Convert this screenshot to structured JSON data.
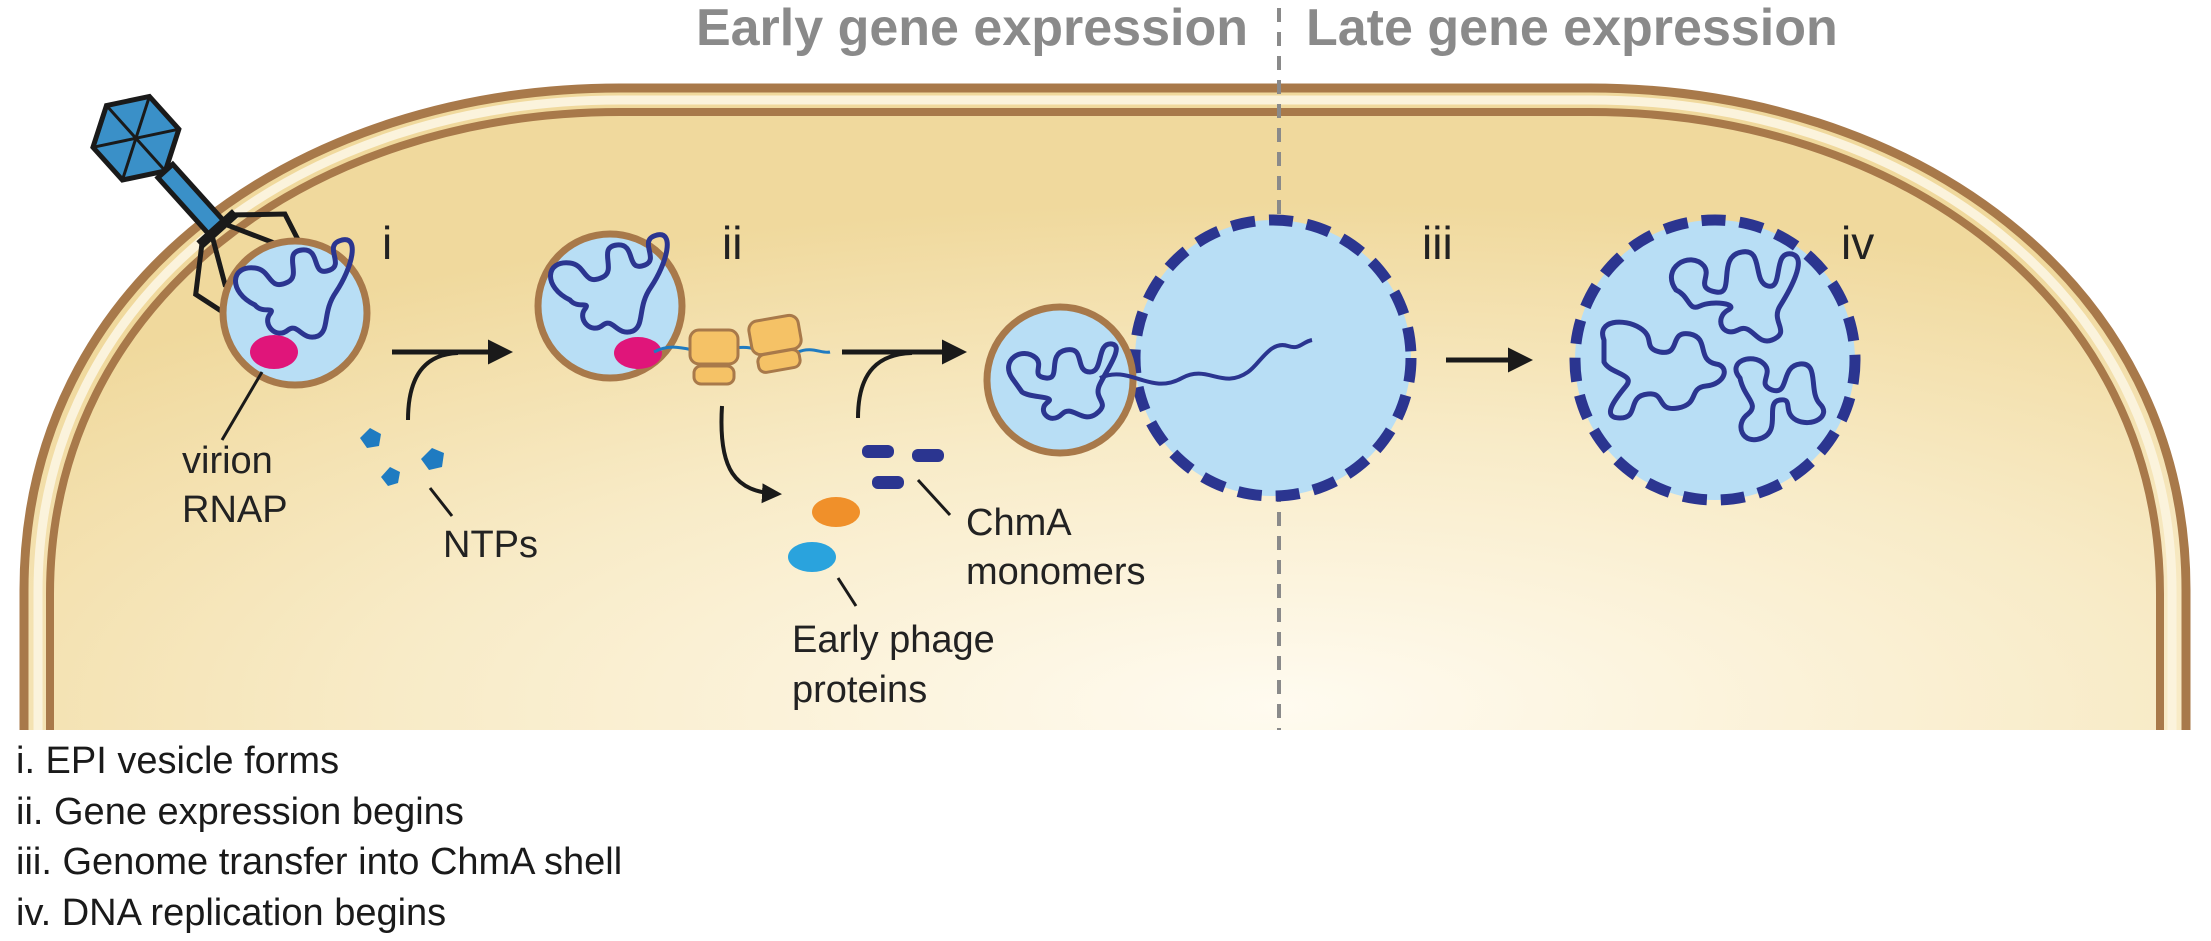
{
  "headers": {
    "early": "Early gene expression",
    "late": "Late gene expression"
  },
  "stages": {
    "i": "i",
    "ii": "ii",
    "iii": "iii",
    "iv": "iv"
  },
  "labels": {
    "virion_rnap": [
      "virion",
      "RNAP"
    ],
    "ntps": "NTPs",
    "chma_monomers": [
      "ChmA",
      "monomers"
    ],
    "early_phage_proteins": [
      "Early phage",
      "proteins"
    ]
  },
  "legend": [
    "i. EPI vesicle forms",
    "ii. Gene expression begins",
    "iii. Genome transfer into ChmA shell",
    "iv. DNA replication begins"
  ],
  "colors": {
    "header_text": "#8a8a8a",
    "cell_wall": "#a8794a",
    "cytoplasm": "#f3dfa6",
    "vesicle_fill": "#b8def5",
    "shell_dash": "#2b3590",
    "dna": "#2b3590",
    "rnap": "#e0157a",
    "ntp": "#1f7bc1",
    "ribosome": "#f5c266",
    "early_protein_orange": "#f0902a",
    "early_protein_blue": "#2aa3dd",
    "phage": "#222222",
    "phage_head": "#3a90c8"
  }
}
